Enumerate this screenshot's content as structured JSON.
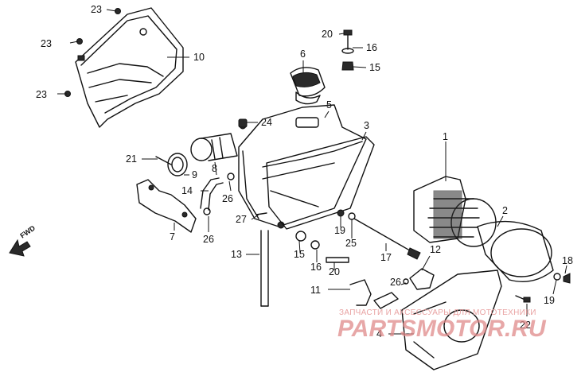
{
  "direction_marker": "FWD",
  "callouts": {
    "c1": "1",
    "c2": "2",
    "c3": "3",
    "c4": "4",
    "c5": "5",
    "c6": "6",
    "c7": "7",
    "c8": "8",
    "c9": "9",
    "c10": "10",
    "c11": "11",
    "c12": "12",
    "c13": "13",
    "c14": "14",
    "c15a": "15",
    "c15b": "15",
    "c16a": "16",
    "c16b": "16",
    "c17": "17",
    "c18": "18",
    "c19a": "19",
    "c19b": "19",
    "c20a": "20",
    "c20b": "20",
    "c21": "21",
    "c22": "22",
    "c23a": "23",
    "c23b": "23",
    "c23c": "23",
    "c24": "24",
    "c25": "25",
    "c26a": "26",
    "c26b": "26",
    "c26c": "26",
    "c27": "27"
  },
  "watermark": {
    "line": "ЗАПЧАСТИ И АКСЕССУАРЫ ДЛЯ МОТОТЕХНИКИ",
    "logo": "PARTSMOTOR.RU"
  }
}
